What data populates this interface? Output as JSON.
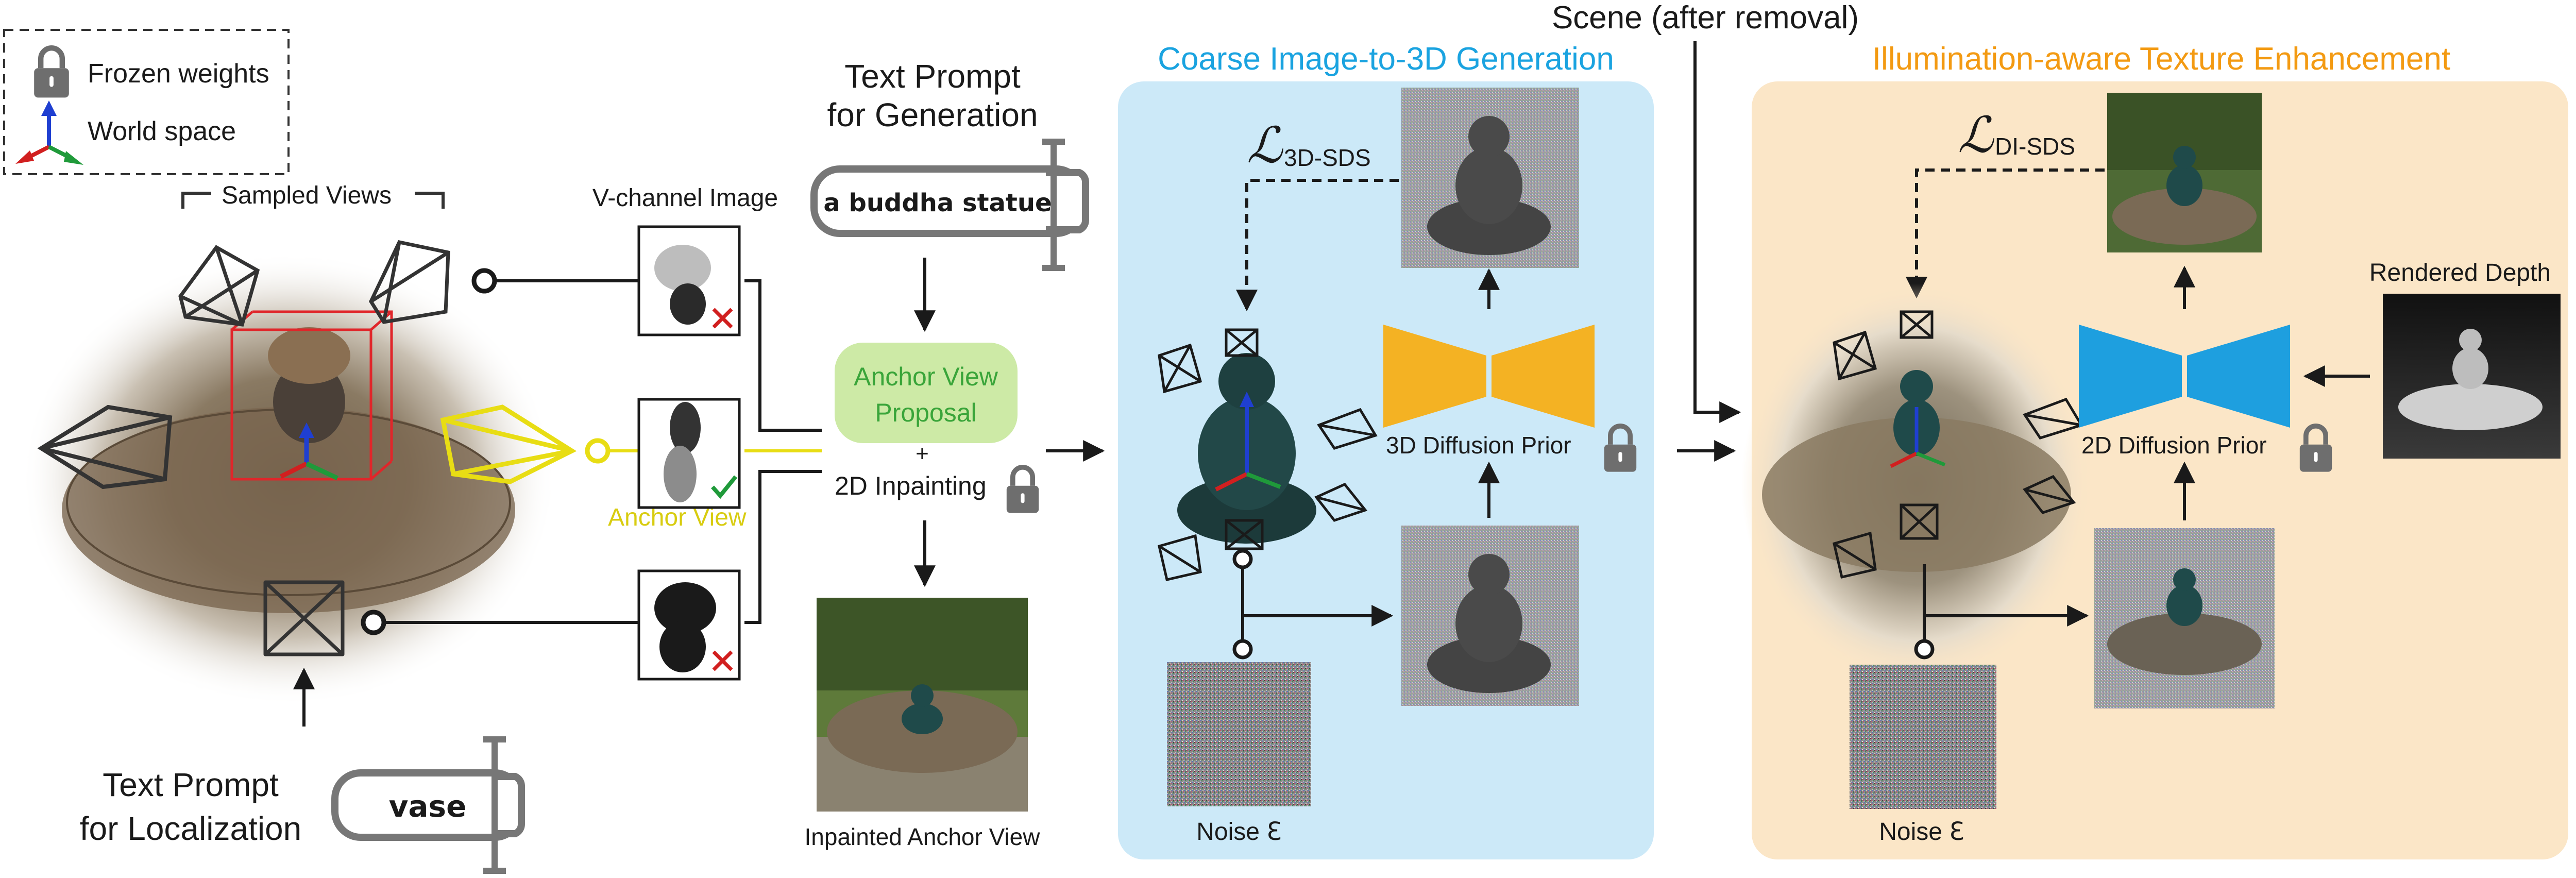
{
  "legend": {
    "frozen_weights": "Frozen weights",
    "world_space": "World space"
  },
  "left": {
    "sampled_views": "Sampled Views",
    "anchor_view": "Anchor View",
    "localization_prompt_line1": "Text Prompt",
    "localization_prompt_line2": "for Localization",
    "localization_prompt_value": "vase"
  },
  "vchannel": {
    "title": "V-channel Image"
  },
  "generation": {
    "prompt_line1": "Text Prompt",
    "prompt_line2": "for Generation",
    "prompt_value": "a buddha statue",
    "anchor_proposal_line1": "Anchor View",
    "anchor_proposal_line2": "Proposal",
    "plus": "+",
    "inpainting": "2D Inpainting",
    "inpainted_label": "Inpainted Anchor View"
  },
  "coarse": {
    "title": "Coarse Image-to-3D Generation",
    "loss_symbol": "ℒ",
    "loss_sub": "3D-SDS",
    "prior_label": "3D Diffusion Prior",
    "noise_label": "Noise ℇ"
  },
  "scene_label": "Scene (after removal)",
  "texture": {
    "title": "Illumination-aware Texture Enhancement",
    "loss_symbol": "ℒ",
    "loss_sub": "DI-SDS",
    "depth_label": "Rendered Depth",
    "prior_label": "2D Diffusion Prior",
    "noise_label": "Noise ℇ"
  },
  "colors": {
    "coarse_bg": "#cce9f8",
    "texture_bg": "#fbe6c7",
    "coarse_title": "#1aa3e0",
    "texture_title": "#f39a12",
    "prior_3d": "#f4b223",
    "prior_2d": "#1e9fdf",
    "anchor_green_bg": "#cdeaa6",
    "anchor_green_text": "#3aa53a",
    "anchor_yellow": "#e8dd14",
    "bbox_red": "#e0262a"
  }
}
